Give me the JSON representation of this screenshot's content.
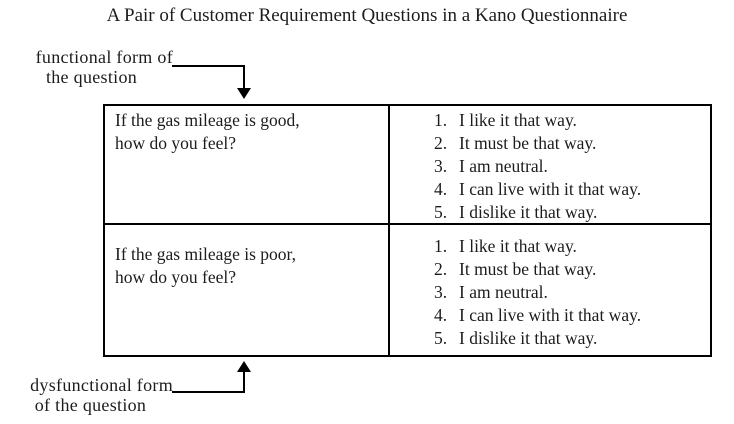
{
  "title": "A Pair of Customer Requirement Questions in a Kano Questionnaire",
  "annotations": {
    "functional": {
      "line1": "functional form of",
      "line2": "the question"
    },
    "dysfunctional": {
      "line1": "dysfunctional form",
      "line2": "of the question"
    }
  },
  "table": {
    "rows": [
      {
        "question": "If the gas mileage is good,\nhow do you feel?",
        "options": [
          {
            "num": "1.",
            "text": "I like it that way."
          },
          {
            "num": "2.",
            "text": "It must be that way."
          },
          {
            "num": "3.",
            "text": "I am neutral."
          },
          {
            "num": "4.",
            "text": "I can live with it that way."
          },
          {
            "num": "5.",
            "text": "I dislike it that way."
          }
        ]
      },
      {
        "question": "If the gas mileage is poor,\nhow do you feel?",
        "options": [
          {
            "num": "1.",
            "text": "I like it that way."
          },
          {
            "num": "2.",
            "text": "It must be that way."
          },
          {
            "num": "3.",
            "text": "I am neutral."
          },
          {
            "num": "4.",
            "text": "I can live with it that way."
          },
          {
            "num": "5.",
            "text": "I dislike it that way."
          }
        ]
      }
    ]
  },
  "colors": {
    "text": "#1c1c1c",
    "line": "#000000",
    "background": "#ffffff"
  }
}
